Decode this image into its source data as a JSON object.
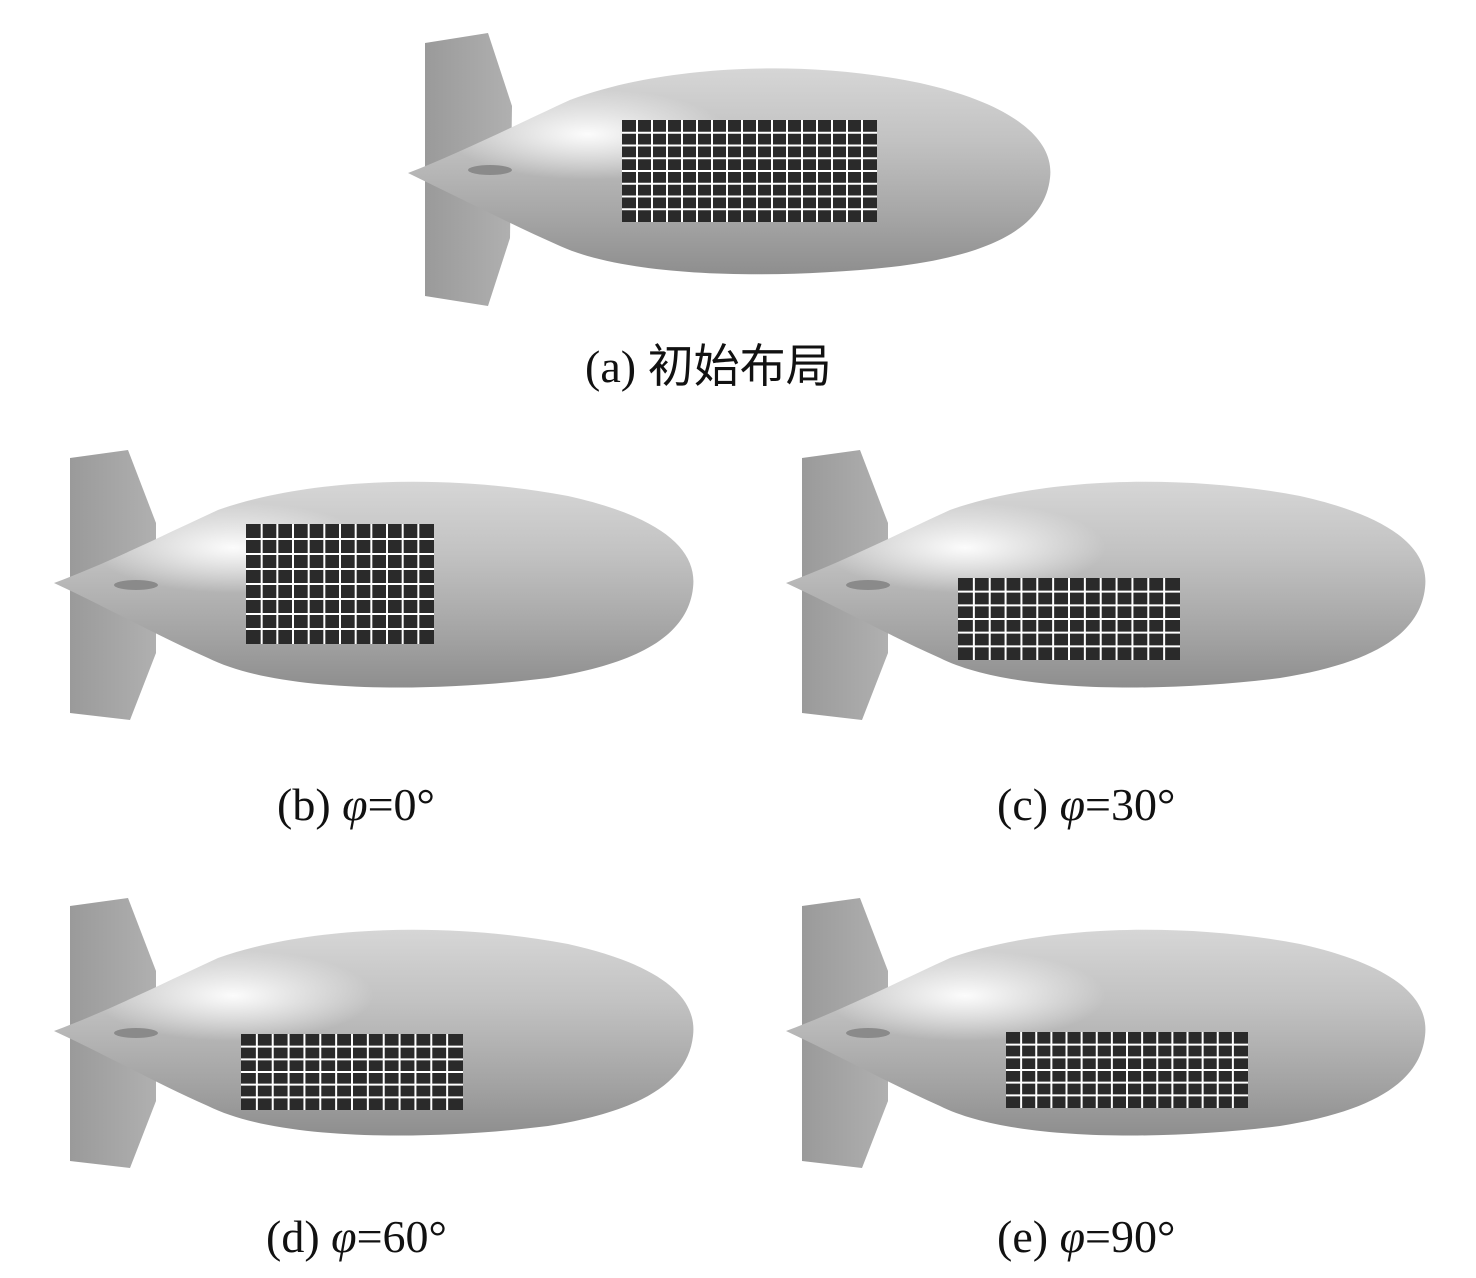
{
  "figure": {
    "panels": [
      {
        "id": "a",
        "label": "(a)",
        "text": "初始布局"
      },
      {
        "id": "b",
        "label": "(b)",
        "symbol": "φ",
        "value": "=0°"
      },
      {
        "id": "c",
        "label": "(c)",
        "symbol": "φ",
        "value": "=30°"
      },
      {
        "id": "d",
        "label": "(d)",
        "symbol": "φ",
        "value": "=60°"
      },
      {
        "id": "e",
        "label": "(e)",
        "symbol": "φ",
        "value": "=90°"
      }
    ]
  },
  "colors": {
    "hull": "#b9b9b9",
    "fin": "#a4a4a4",
    "panel_cell": "#2a2a2a",
    "grid_line": "#ffffff"
  },
  "icons": [
    "airship-icon",
    "solar-array-icon"
  ]
}
